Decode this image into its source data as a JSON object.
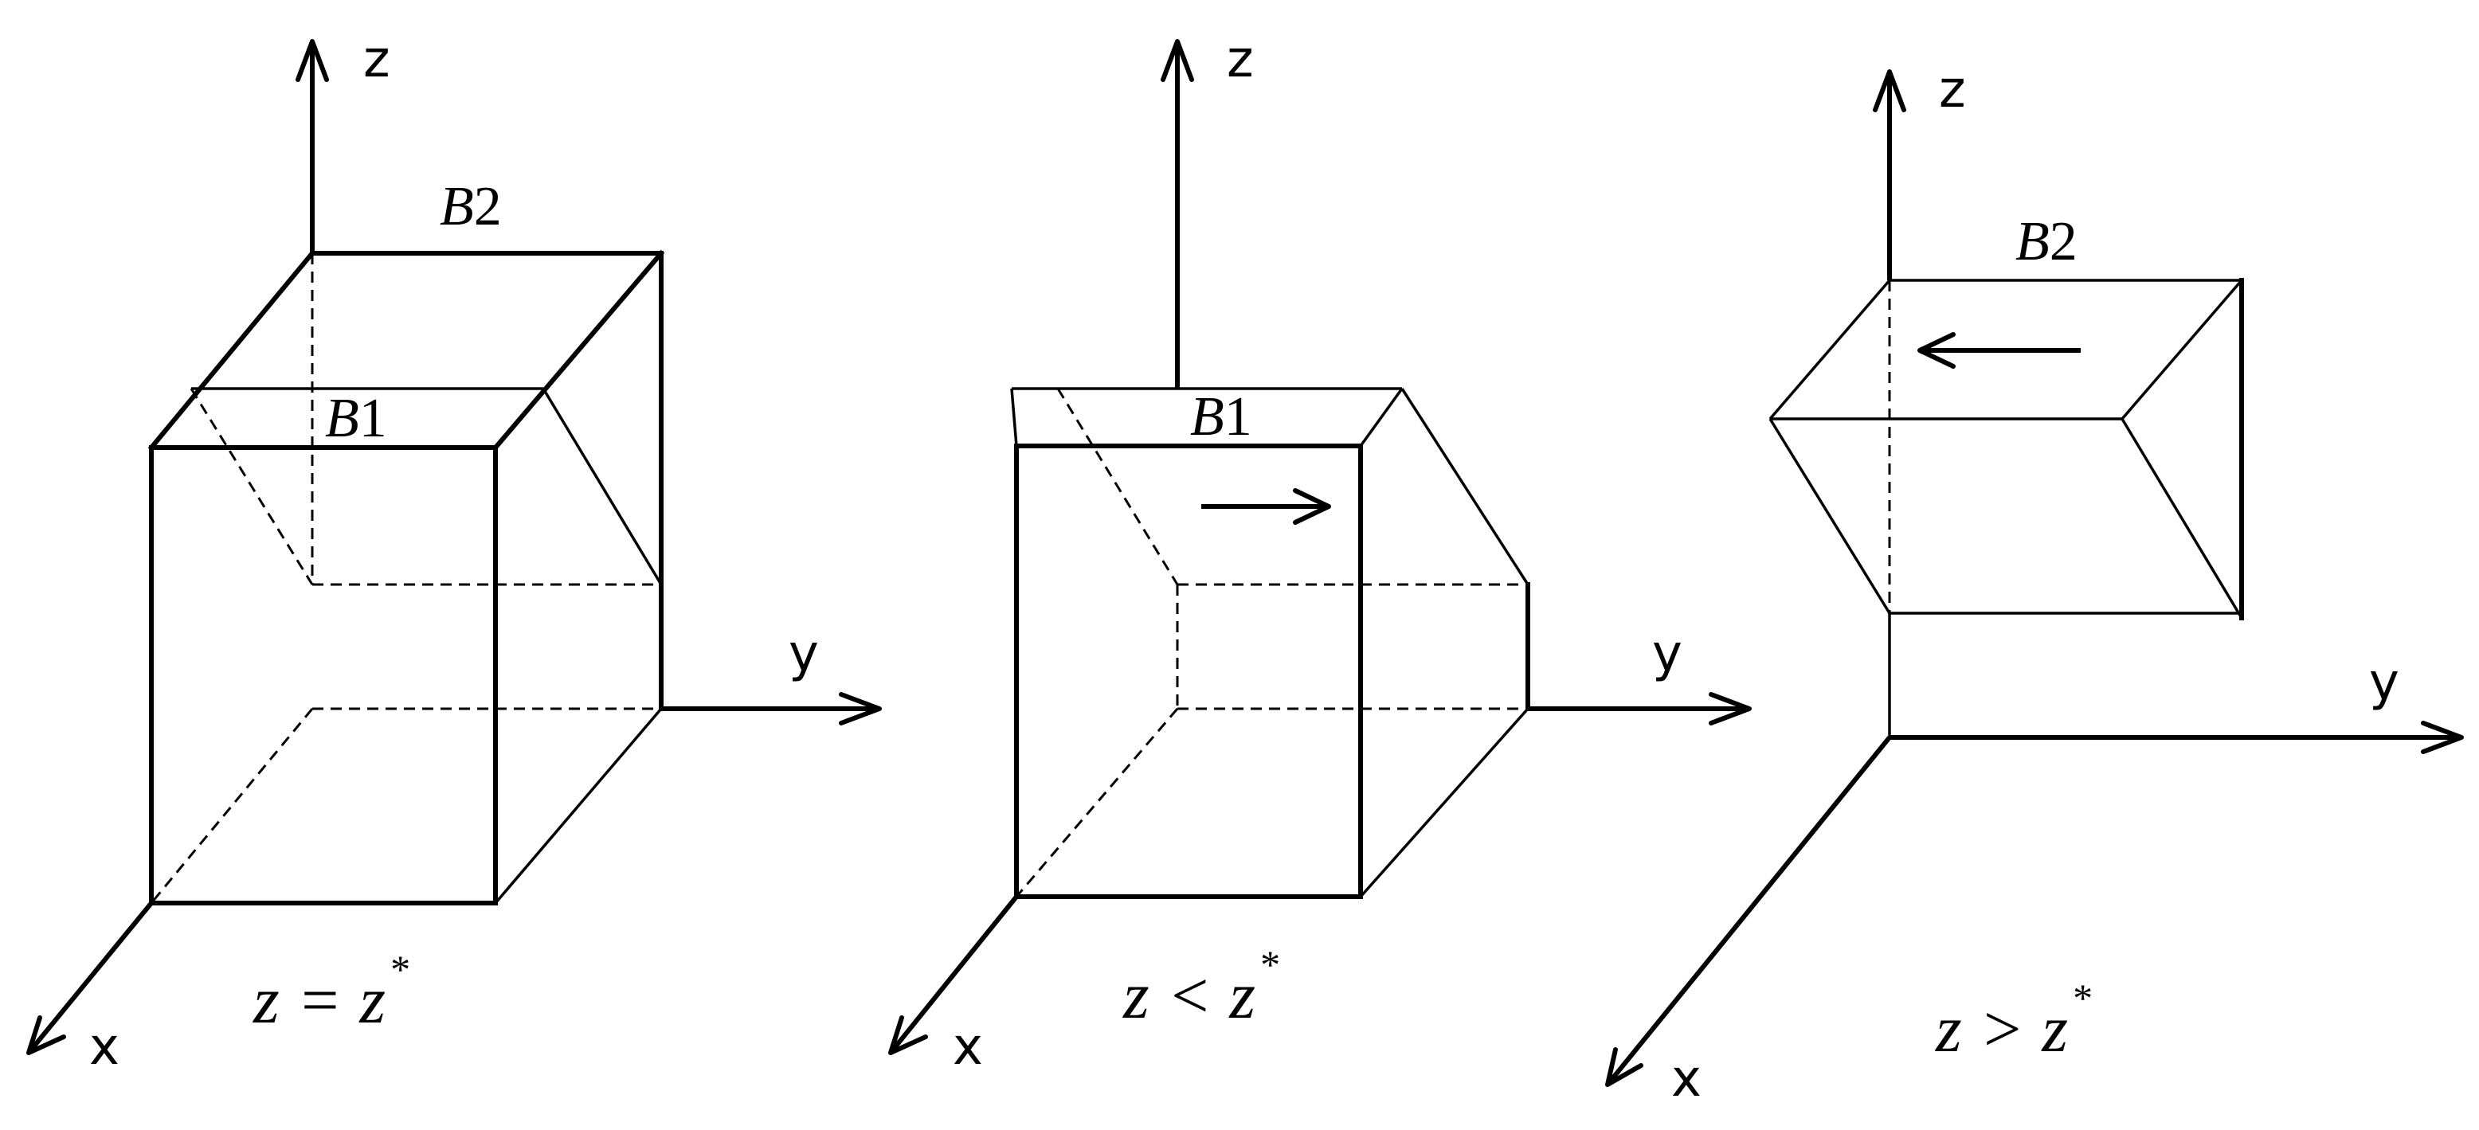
{
  "panels": [
    {
      "id": "equal",
      "axes": {
        "x": "x",
        "y": "y",
        "z": "z"
      },
      "boxes": [
        {
          "letter": "B",
          "number": "2"
        },
        {
          "letter": "B",
          "number": "1"
        }
      ],
      "caption": {
        "lhs": "z",
        "relation": "=",
        "rhs": "z",
        "superscript": "*"
      }
    },
    {
      "id": "less",
      "axes": {
        "x": "x",
        "y": "y",
        "z": "z"
      },
      "boxes": [
        {
          "letter": "B",
          "number": "1"
        }
      ],
      "caption": {
        "lhs": "z",
        "relation": "<",
        "rhs": "z",
        "superscript": "*"
      }
    },
    {
      "id": "greater",
      "axes": {
        "x": "x",
        "y": "y",
        "z": "z"
      },
      "boxes": [
        {
          "letter": "B",
          "number": "2"
        }
      ],
      "caption": {
        "lhs": "z",
        "relation": ">",
        "rhs": "z",
        "superscript": "*"
      }
    }
  ]
}
